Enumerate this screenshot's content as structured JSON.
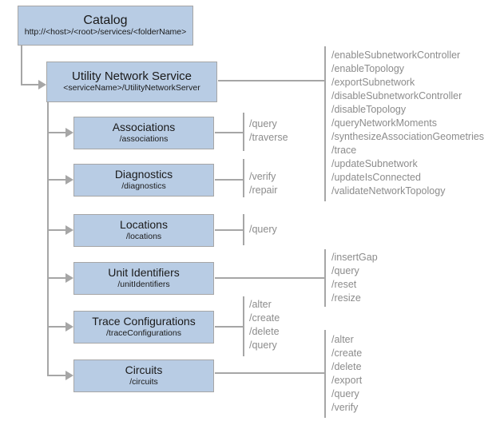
{
  "colors": {
    "box_fill": "#b8cce4",
    "box_border": "#a6a6a6",
    "connector_line": "#a6a6a6",
    "operation_text": "#8c8c8c",
    "node_text": "#1a1a1a"
  },
  "nodes": {
    "catalog": {
      "title": "Catalog",
      "subtitle": "http://<host>/<root>/services/<folderName>"
    },
    "utility_network_service": {
      "title": "Utility Network Service",
      "subtitle": "<serviceName>/UtilityNetworkServer",
      "operations": [
        "/enableSubnetworkController",
        "/enableTopology",
        "/exportSubnetwork",
        "/disableSubnetworkController",
        "/disableTopology",
        "/queryNetworkMoments",
        "/synthesizeAssociationGeometries",
        "/trace",
        "/updateSubnetwork",
        "/updateIsConnected",
        "/validateNetworkTopology"
      ]
    },
    "associations": {
      "title": "Associations",
      "subtitle": "/associations",
      "operations": [
        "/query",
        "/traverse"
      ]
    },
    "diagnostics": {
      "title": "Diagnostics",
      "subtitle": "/diagnostics",
      "operations": [
        "/verify",
        "/repair"
      ]
    },
    "locations": {
      "title": "Locations",
      "subtitle": "/locations",
      "operations": [
        "/query"
      ]
    },
    "unit_identifiers": {
      "title": "Unit Identifiers",
      "subtitle": "/unitIdentifiers",
      "operations": [
        "/insertGap",
        "/query",
        "/reset",
        "/resize"
      ]
    },
    "trace_configurations": {
      "title": "Trace Configurations",
      "subtitle": "/traceConfigurations",
      "operations": [
        "/alter",
        "/create",
        "/delete",
        "/query"
      ]
    },
    "circuits": {
      "title": "Circuits",
      "subtitle": "/circuits",
      "operations": [
        "/alter",
        "/create",
        "/delete",
        "/export",
        "/query",
        "/verify"
      ]
    }
  }
}
